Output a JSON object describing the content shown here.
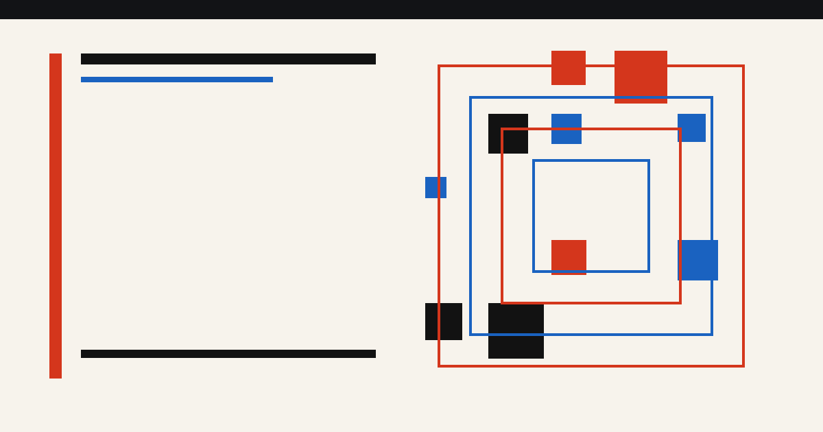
{
  "colors": {
    "background": "#f7f3ec",
    "topbar": "#121316",
    "red": "#d4361c",
    "blue": "#1a62c0",
    "black": "#121212"
  },
  "elements": {
    "top_bar": "dark-bar",
    "left_accent": "red-vertical-bar",
    "title_rule": "black-rule",
    "subtitle_rule": "blue-rule",
    "footer_rule": "black-rule",
    "composition": "geometric-squares-artwork"
  }
}
